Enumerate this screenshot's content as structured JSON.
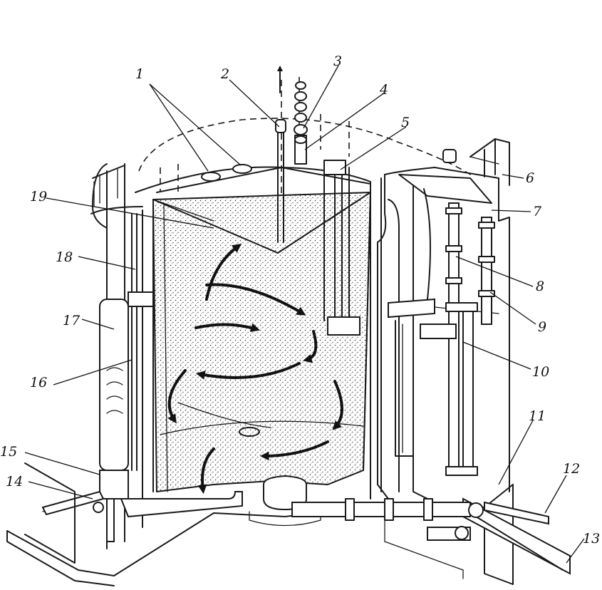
{
  "labels": {
    "l1": "1",
    "l2": "2",
    "l3": "3",
    "l4": "4",
    "l5": "5",
    "l6": "6",
    "l7": "7",
    "l8": "8",
    "l9": "9",
    "l10": "10",
    "l11": "11",
    "l12": "12",
    "l13": "13",
    "l14": "14",
    "l15": "15",
    "l16": "16",
    "l17": "17",
    "l18": "18",
    "l19": "19"
  },
  "colors": {
    "ink": "#1a1a1a",
    "paper": "#ffffff"
  }
}
